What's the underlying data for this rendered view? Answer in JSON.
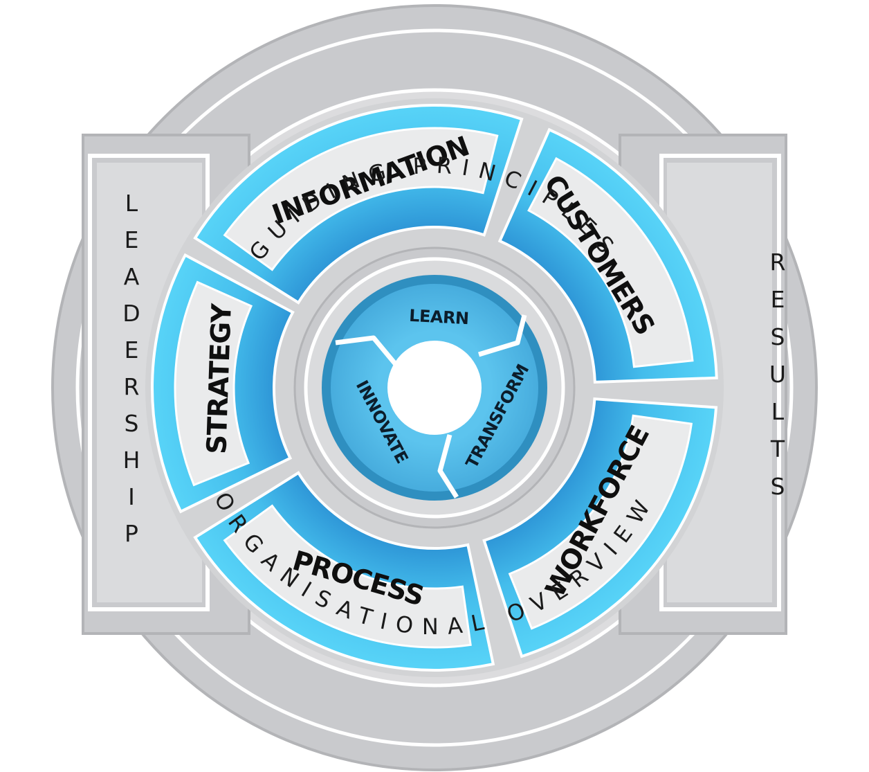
{
  "outer_ring": {
    "top_text": "GUIDING PRINCIPLES",
    "bottom_text": "ORGANISATIONAL OVERVIEW"
  },
  "side_panels": {
    "left": "LEADERSHIP",
    "right": "RESULTS"
  },
  "segments": {
    "information": "INFORMATION",
    "customers": "CUSTOMERS",
    "workforce": "WORKFORCE",
    "process": "PROCESS",
    "strategy": "STRATEGY"
  },
  "core": {
    "learn": "LEARN",
    "transform": "TRANSFORM",
    "innovate": "INNOVATE"
  },
  "colors": {
    "outer_gray": "#c9cacd",
    "panel_gray": "#dadbdd",
    "segment_light_blue": "#56d1f7",
    "segment_dark_blue": "#1565b3",
    "segment_inner_fill": "#eaebec",
    "core_blue": "#4fb5e2",
    "core_ring_dark": "#2d85b5"
  }
}
